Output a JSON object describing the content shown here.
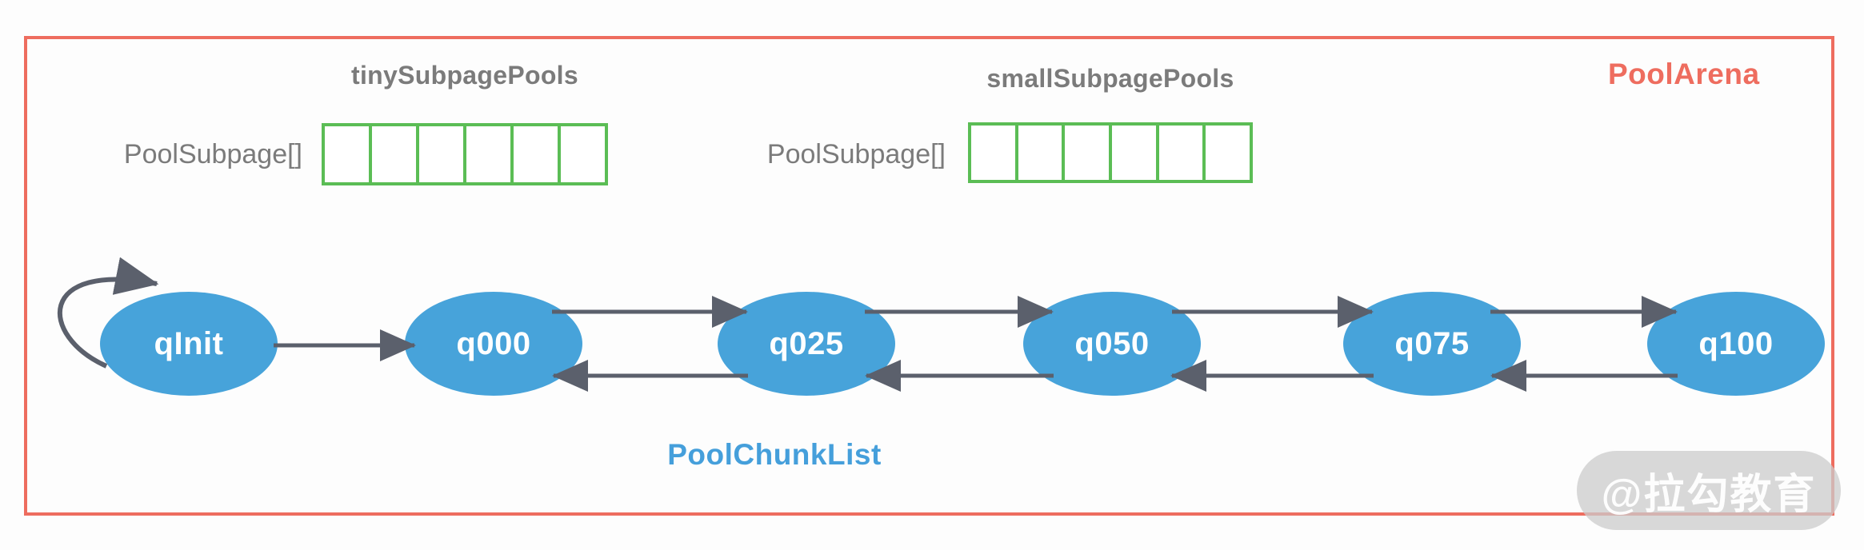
{
  "arena": {
    "title": "PoolArena"
  },
  "subpage_pools": [
    {
      "title": "tinySubpagePools",
      "array_label": "PoolSubpage[]",
      "cells": 6
    },
    {
      "title": "smallSubpagePools",
      "array_label": "PoolSubpage[]",
      "cells": 6
    }
  ],
  "chunk_list": {
    "label": "PoolChunkList",
    "nodes": [
      "qInit",
      "q000",
      "q025",
      "q050",
      "q075",
      "q100"
    ]
  },
  "watermark": {
    "text": "@拉勾教育"
  },
  "colors": {
    "accent": "#EE6D5F",
    "pool_green": "#5BBD55",
    "node_blue": "#47A3DA",
    "arrow_gray": "#5B606C",
    "label_gray": "#7B7B7B",
    "chunklist_blue": "#459FDB"
  }
}
